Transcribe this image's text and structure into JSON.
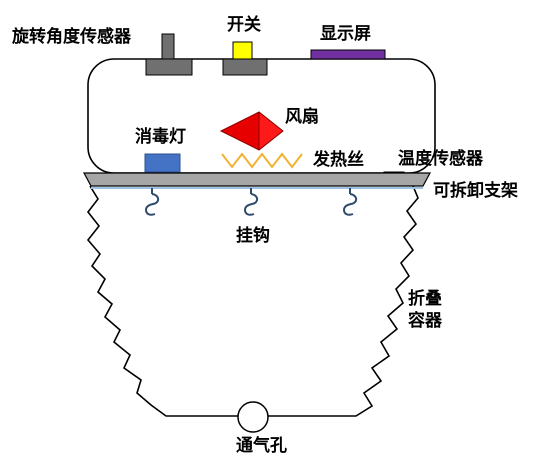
{
  "colors": {
    "fan": "#e60000",
    "fan_edge": "#8a0000",
    "uv_lamp": "#4472c4",
    "heater": "#f2b233",
    "switch": "#ffff00",
    "display": "#7030a0",
    "temp_sensor": "#ffff00",
    "knob": "#707070",
    "rack": "#a6a6a6",
    "rack_line": "#9dc3e6",
    "hook": "#2f4a6b"
  },
  "labels": {
    "angle_sensor": "旋转角度传感器",
    "switch": "开关",
    "display": "显示屏",
    "fan": "风扇",
    "uv_lamp": "消毒灯",
    "heater": "发热丝",
    "temp_sensor": "温度传感器",
    "rack": "可拆卸支架",
    "hook": "挂钩",
    "container_line1": "折叠",
    "container_line2": "容器",
    "vent": "通气孔"
  }
}
